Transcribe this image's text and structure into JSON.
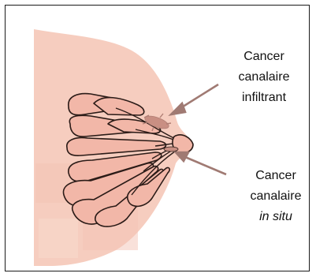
{
  "labels": {
    "infiltrating": {
      "line1": "Cancer",
      "line2": "canalaire",
      "line3": "infiltrant"
    },
    "in_situ": {
      "line1": "Cancer",
      "line2": "canalaire",
      "line3": "in situ"
    }
  },
  "colors": {
    "breast_skin": "#f6cdbf",
    "breast_skin_shadow": "#efc1b3",
    "lobule_fill": "#f2b7a8",
    "lobule_stroke": "#2b1b17",
    "tumor": "#c98f83",
    "arrow": "#a07a73",
    "frame": "#1a1a1a"
  }
}
